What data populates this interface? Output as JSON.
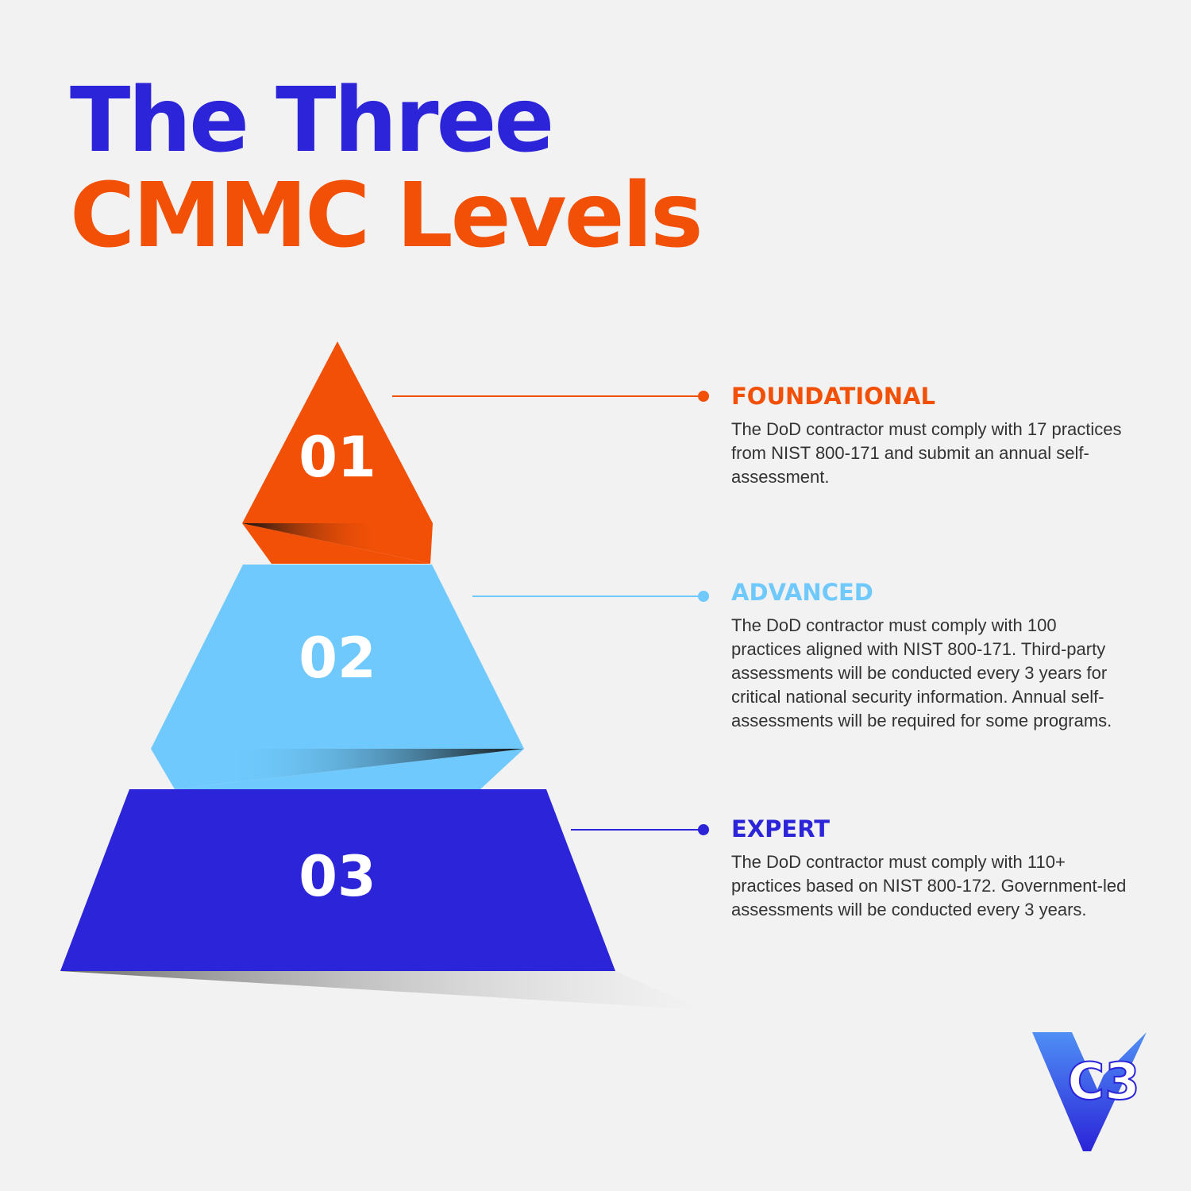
{
  "title": {
    "line1": "The Three",
    "line2": "CMMC Levels"
  },
  "colors": {
    "brand_blue": "#2b24d8",
    "brand_orange": "#f25007",
    "light_blue": "#6fc9fc",
    "background": "#f2f2f2"
  },
  "levels": [
    {
      "number": "01",
      "name": "FOUNDATIONAL",
      "color": "#f25007",
      "description": "The DoD contractor must comply with 17 practices from NIST 800-171 and submit an annual self-assessment."
    },
    {
      "number": "02",
      "name": "ADVANCED",
      "color": "#6fc9fc",
      "description": "The DoD contractor must comply with 100 practices aligned with NIST 800-171. Third-party assessments will be conducted every 3 years for critical national security information. Annual self-assessments will be required for some programs."
    },
    {
      "number": "03",
      "name": "EXPERT",
      "color": "#2b24d8",
      "description": "The DoD contractor must comply with 110+ practices based on NIST 800-172. Government-led assessments will be conducted every 3 years."
    }
  ],
  "logo": {
    "text": "C3",
    "icon": "c3-v-logo-icon"
  }
}
